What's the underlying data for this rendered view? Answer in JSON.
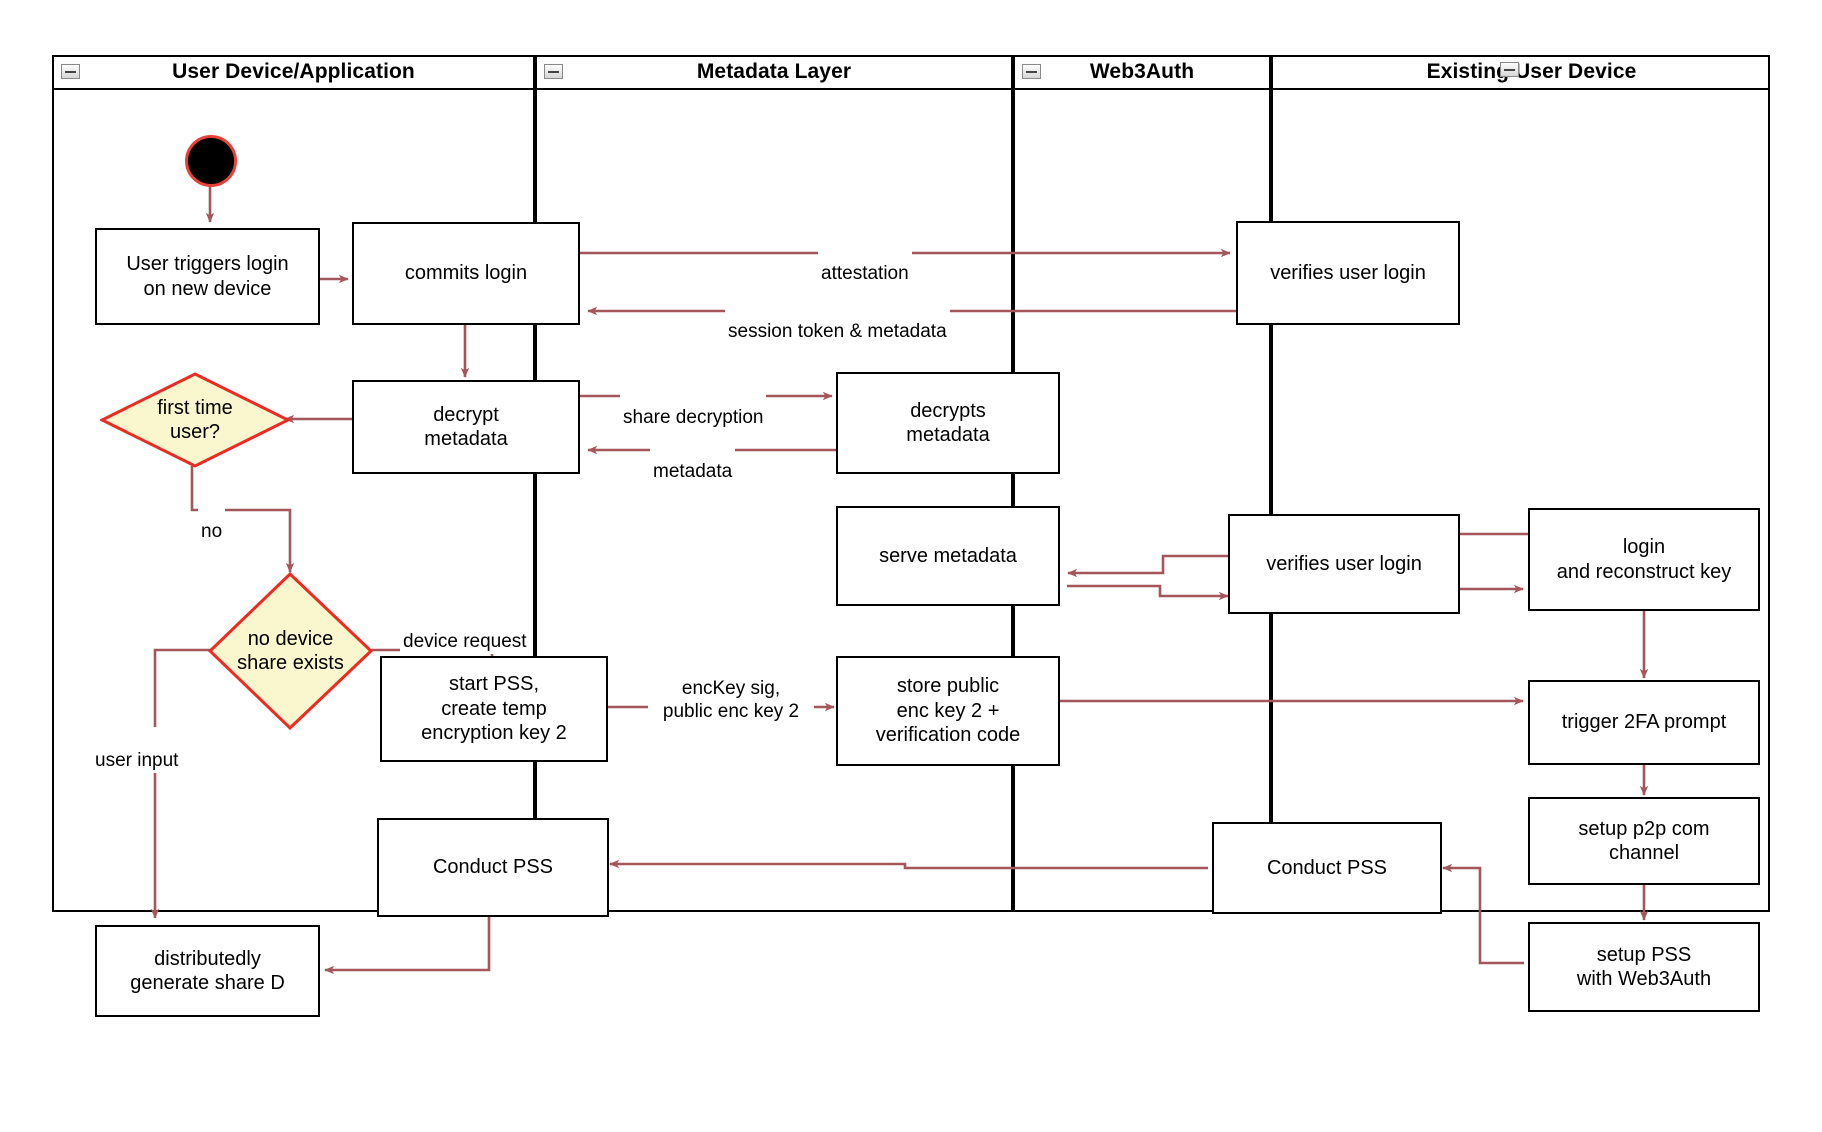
{
  "diagram": {
    "title": "Web3Auth new-device login / PSS activity diagram",
    "accent_edge_color": "#a4565a",
    "decision_fill": "#faf6cd",
    "decision_stroke": "#ee2a23",
    "start_fill": "#000000",
    "start_stroke": "#e8413a"
  },
  "lanes": [
    {
      "id": "user-device",
      "label": "User Device/Application"
    },
    {
      "id": "metadata-layer",
      "label": "Metadata Layer"
    },
    {
      "id": "web3auth",
      "label": "Web3Auth"
    },
    {
      "id": "existing-user-device",
      "label": "Existing User Device"
    }
  ],
  "nodes": {
    "start": {
      "label": ""
    },
    "user_triggers_login": {
      "label": "User triggers login\non new device"
    },
    "commits_login": {
      "label": "commits login"
    },
    "verifies_user_login_top": {
      "label": "verifies user login"
    },
    "decrypt_metadata": {
      "label": "decrypt\nmetadata"
    },
    "decrypts_metadata": {
      "label": "decrypts\nmetadata"
    },
    "first_time_user": {
      "label": "first time\nuser?"
    },
    "serve_metadata": {
      "label": "serve metadata"
    },
    "verifies_user_login_mid": {
      "label": "verifies user login"
    },
    "login_and_reconstruct_key": {
      "label": "login\nand reconstruct key"
    },
    "no_device_share_exists": {
      "label": "no device\nshare exists"
    },
    "start_pss_create_temp": {
      "label": "start PSS,\ncreate temp\nencryption key 2"
    },
    "store_public_enc_key": {
      "label": "store public\nenc key 2 +\nverification code"
    },
    "trigger_2fa_prompt": {
      "label": "trigger 2FA prompt"
    },
    "setup_p2p_com_channel": {
      "label": "setup p2p com\nchannel"
    },
    "conduct_pss_user": {
      "label": "Conduct PSS"
    },
    "conduct_pss_web3auth": {
      "label": "Conduct PSS"
    },
    "setup_pss_with_web3auth": {
      "label": "setup PSS\nwith Web3Auth"
    },
    "distributedly_generate_share_d": {
      "label": "distributedly\ngenerate share D"
    }
  },
  "edge_labels": {
    "attestation": "attestation",
    "session_token": "session token & metadata",
    "share_decryption": "share decryption",
    "metadata": "metadata",
    "no": "no",
    "device_request": "device request",
    "enc_key_sig": "encKey sig,\npublic enc key 2",
    "user_input": "user input"
  }
}
